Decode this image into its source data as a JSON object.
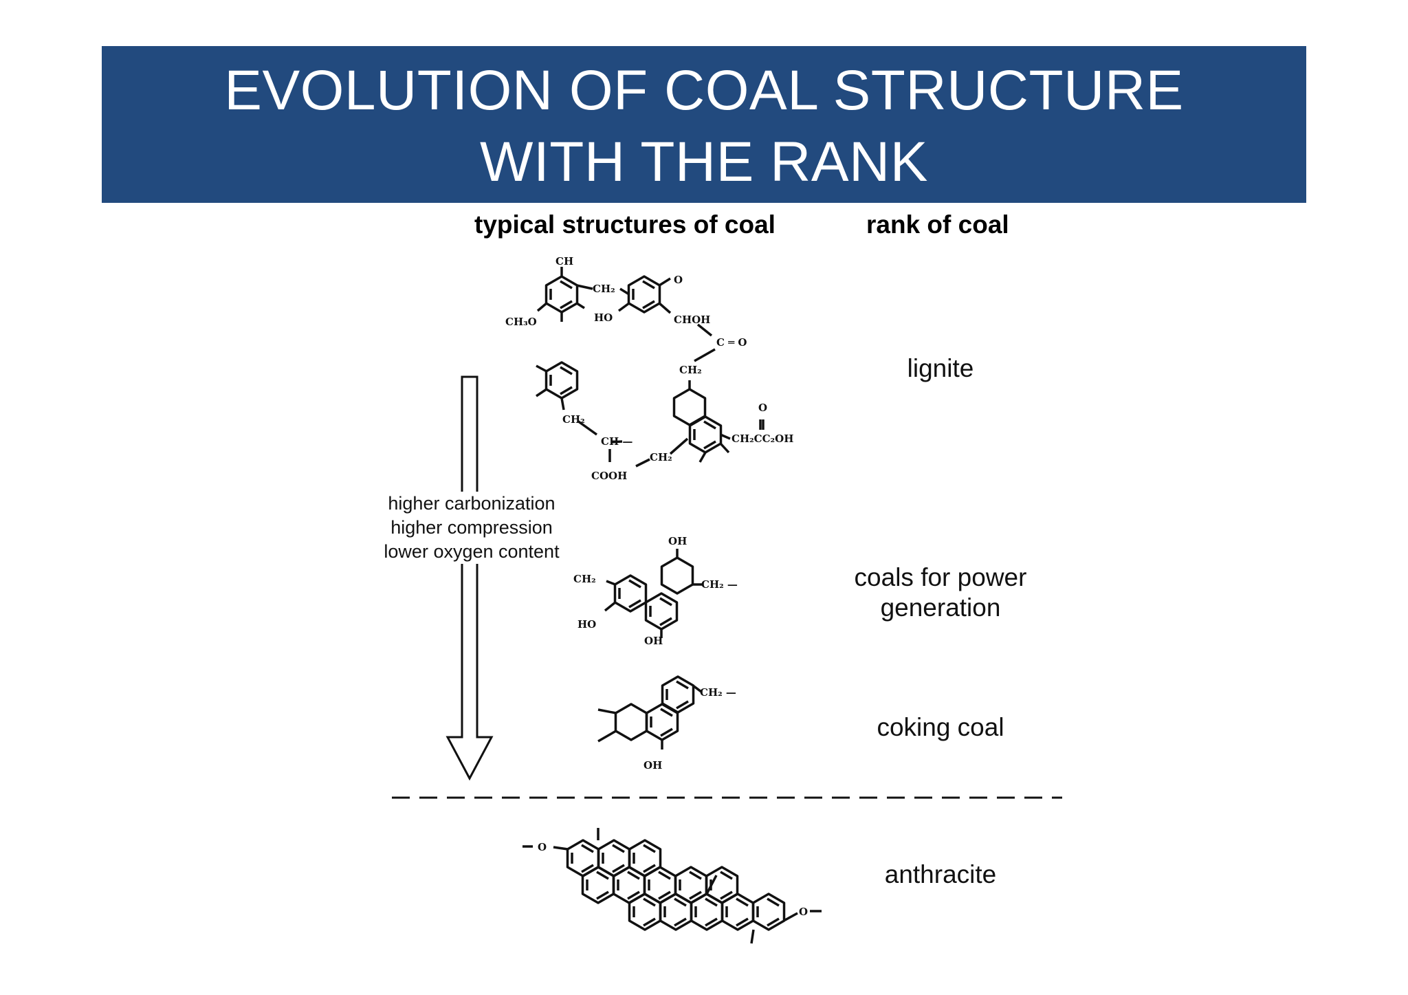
{
  "title": {
    "line1": "EVOLUTION OF COAL STRUCTURE",
    "line2": "WITH THE RANK"
  },
  "columns": {
    "structures_header": "typical structures of coal",
    "rank_header": "rank of coal"
  },
  "process_labels": [
    "higher carbonization",
    "higher compression",
    "lower oxygen content"
  ],
  "ranks": [
    {
      "label": "lignite"
    },
    {
      "label": "coals for power generation"
    },
    {
      "label": "coking coal"
    },
    {
      "label": "anthracite"
    }
  ],
  "structure_labels": {
    "lignite": [
      "CH",
      "CH₂",
      "O",
      "CH₃O",
      "HO",
      "CHOH",
      "C",
      "O",
      "CH₂",
      "CH₂",
      "CH",
      "COOH",
      "CH₂",
      "O",
      "CH₂CC₂OH"
    ],
    "power": [
      "OH",
      "CH₂",
      "CH₂",
      "HO",
      "OH"
    ],
    "coking": [
      "CH₂",
      "OH"
    ],
    "anthracite": [
      "O",
      "O"
    ]
  },
  "colors": {
    "title_band": "#224a7e",
    "title_text": "#ffffff",
    "ink": "#111111"
  }
}
